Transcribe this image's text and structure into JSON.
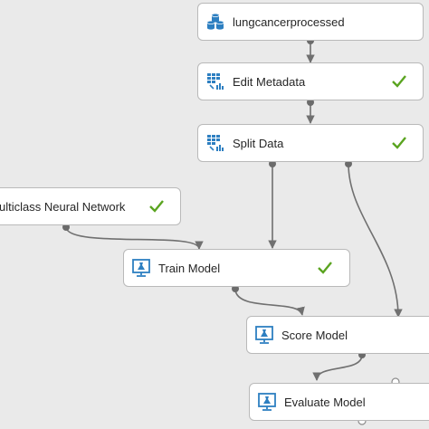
{
  "modules": {
    "dataset": {
      "label": "lungcancerprocessed",
      "icon": "dataset-icon"
    },
    "edit_metadata": {
      "label": "Edit Metadata",
      "icon": "edit-metadata-icon",
      "status": "check-icon"
    },
    "split_data": {
      "label": "Split Data",
      "icon": "split-data-icon",
      "status": "check-icon"
    },
    "neural_network": {
      "label": "ulticlass Neural Network",
      "status": "check-icon"
    },
    "train_model": {
      "label": "Train Model",
      "icon": "train-model-icon",
      "status": "check-icon"
    },
    "score_model": {
      "label": "Score Model",
      "icon": "score-model-icon"
    },
    "evaluate_model": {
      "label": "Evaluate Model",
      "icon": "evaluate-model-icon"
    }
  },
  "colors": {
    "canvas": "#eaeaea",
    "module_border": "#b9b9b9",
    "check": "#5aa420",
    "icon_blue": "#2d7fc1",
    "wire": "#707070"
  }
}
